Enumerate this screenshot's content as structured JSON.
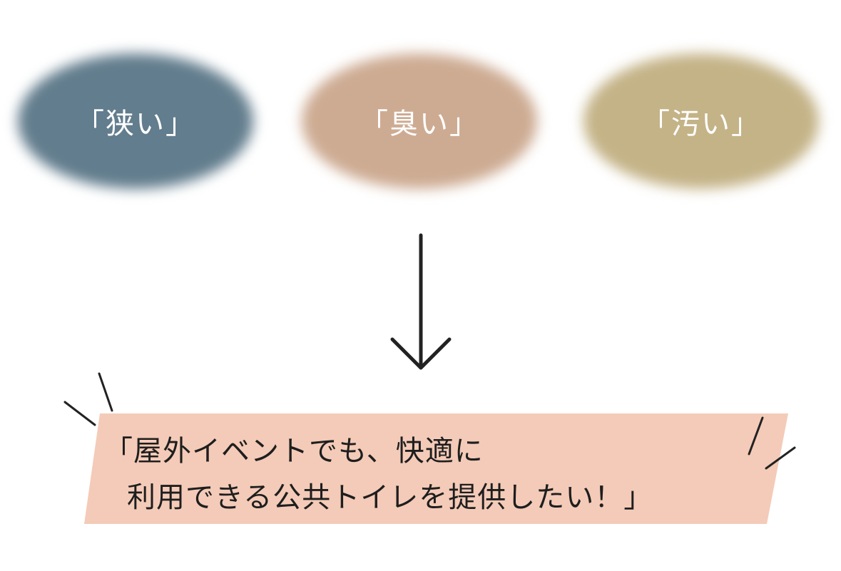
{
  "problems": [
    {
      "label": "「狭い」",
      "color": "#627d8d"
    },
    {
      "label": "「臭い」",
      "color": "#cdab92"
    },
    {
      "label": "「汚い」",
      "color": "#c4b387"
    }
  ],
  "arrow": {
    "icon": "arrow-down-icon"
  },
  "goal": {
    "line1": "「屋外イベントでも、快適に",
    "line2": "利用できる公共トイレを提供したい！」",
    "color": "#f4cbb8"
  }
}
